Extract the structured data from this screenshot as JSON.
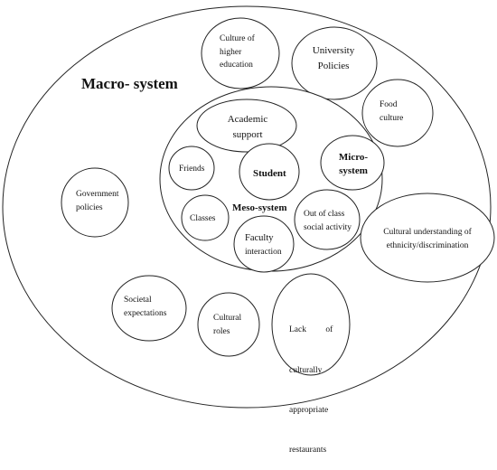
{
  "systems": {
    "macro": "Macro- system",
    "meso": "Meso-system",
    "micro_line1": "Micro-",
    "micro_line2": "system"
  },
  "nodes": {
    "culture_he": [
      "Culture of",
      "higher",
      "education"
    ],
    "university_policies": [
      "University",
      "Policies"
    ],
    "food_culture": [
      "Food",
      "culture"
    ],
    "academic_support": [
      "Academic",
      "support"
    ],
    "friends": "Friends",
    "student": "Student",
    "classes": "Classes",
    "faculty": [
      "Faculty",
      "interaction"
    ],
    "out_of_class": [
      "Out of class",
      "social activity"
    ],
    "cultural_understanding": [
      "Cultural understanding of",
      "ethnicity/discrimination"
    ],
    "government": [
      "Government",
      "policies"
    ],
    "societal": [
      "Societal",
      "expectations"
    ],
    "cultural_roles": [
      "Cultural",
      "roles"
    ],
    "lack": [
      "Lack         of",
      "culturally",
      "appropriate",
      "restaurants"
    ]
  }
}
